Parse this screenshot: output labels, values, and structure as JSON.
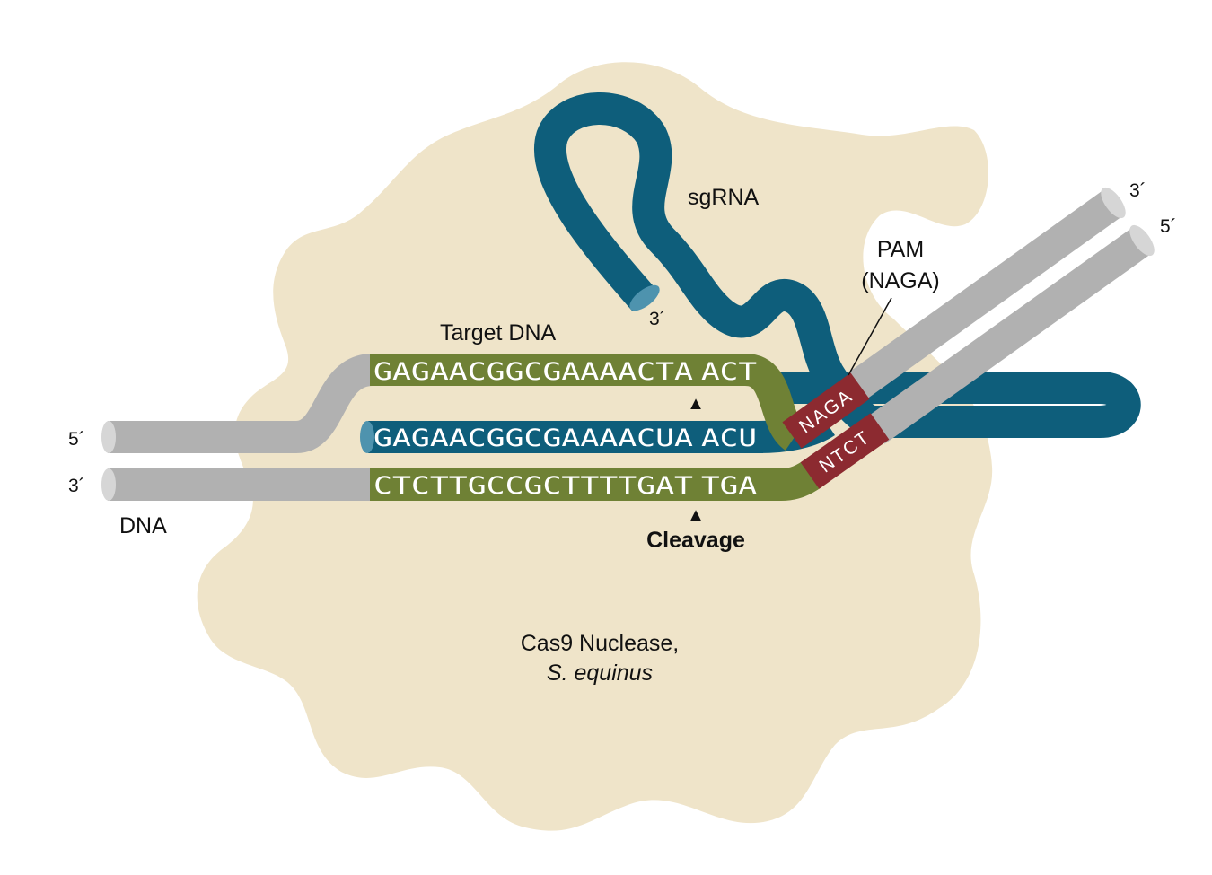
{
  "labels": {
    "sgrna": "sgRNA",
    "sgrna_end": "3´",
    "target_dna": "Target DNA",
    "pam_line1": "PAM",
    "pam_line2": "(NAGA)",
    "dna": "DNA",
    "cleavage": "Cleavage",
    "nuclease_line1": "Cas9 Nuclease,",
    "nuclease_line2": "S. equinus",
    "left_top_end": "5´",
    "left_bottom_end": "3´",
    "right_top_end": "3´",
    "right_bottom_end": "5´"
  },
  "sequences": {
    "target_strand_a": "GAGAACGGCGAAAACTA",
    "target_strand_b": "ACT",
    "rna_strand_a": "GAGAACGGCGAAAACUA",
    "rna_strand_b": "ACU",
    "complement_strand_a": "CTCTTGCCGCTTTTGAT",
    "complement_strand_b": "TGA",
    "pam_top": "NAGA",
    "pam_bottom": "NTCT"
  },
  "markers": {
    "cut_marker": "▲"
  },
  "colors": {
    "protein": "#EFE4C9",
    "dna_gray": "#B1B1B1",
    "dna_end": "#D6D6D6",
    "target_green": "#6F8135",
    "rna_blue": "#0E5E7B",
    "rna_end": "#4E93AE",
    "pam_red": "#8C2A30"
  }
}
